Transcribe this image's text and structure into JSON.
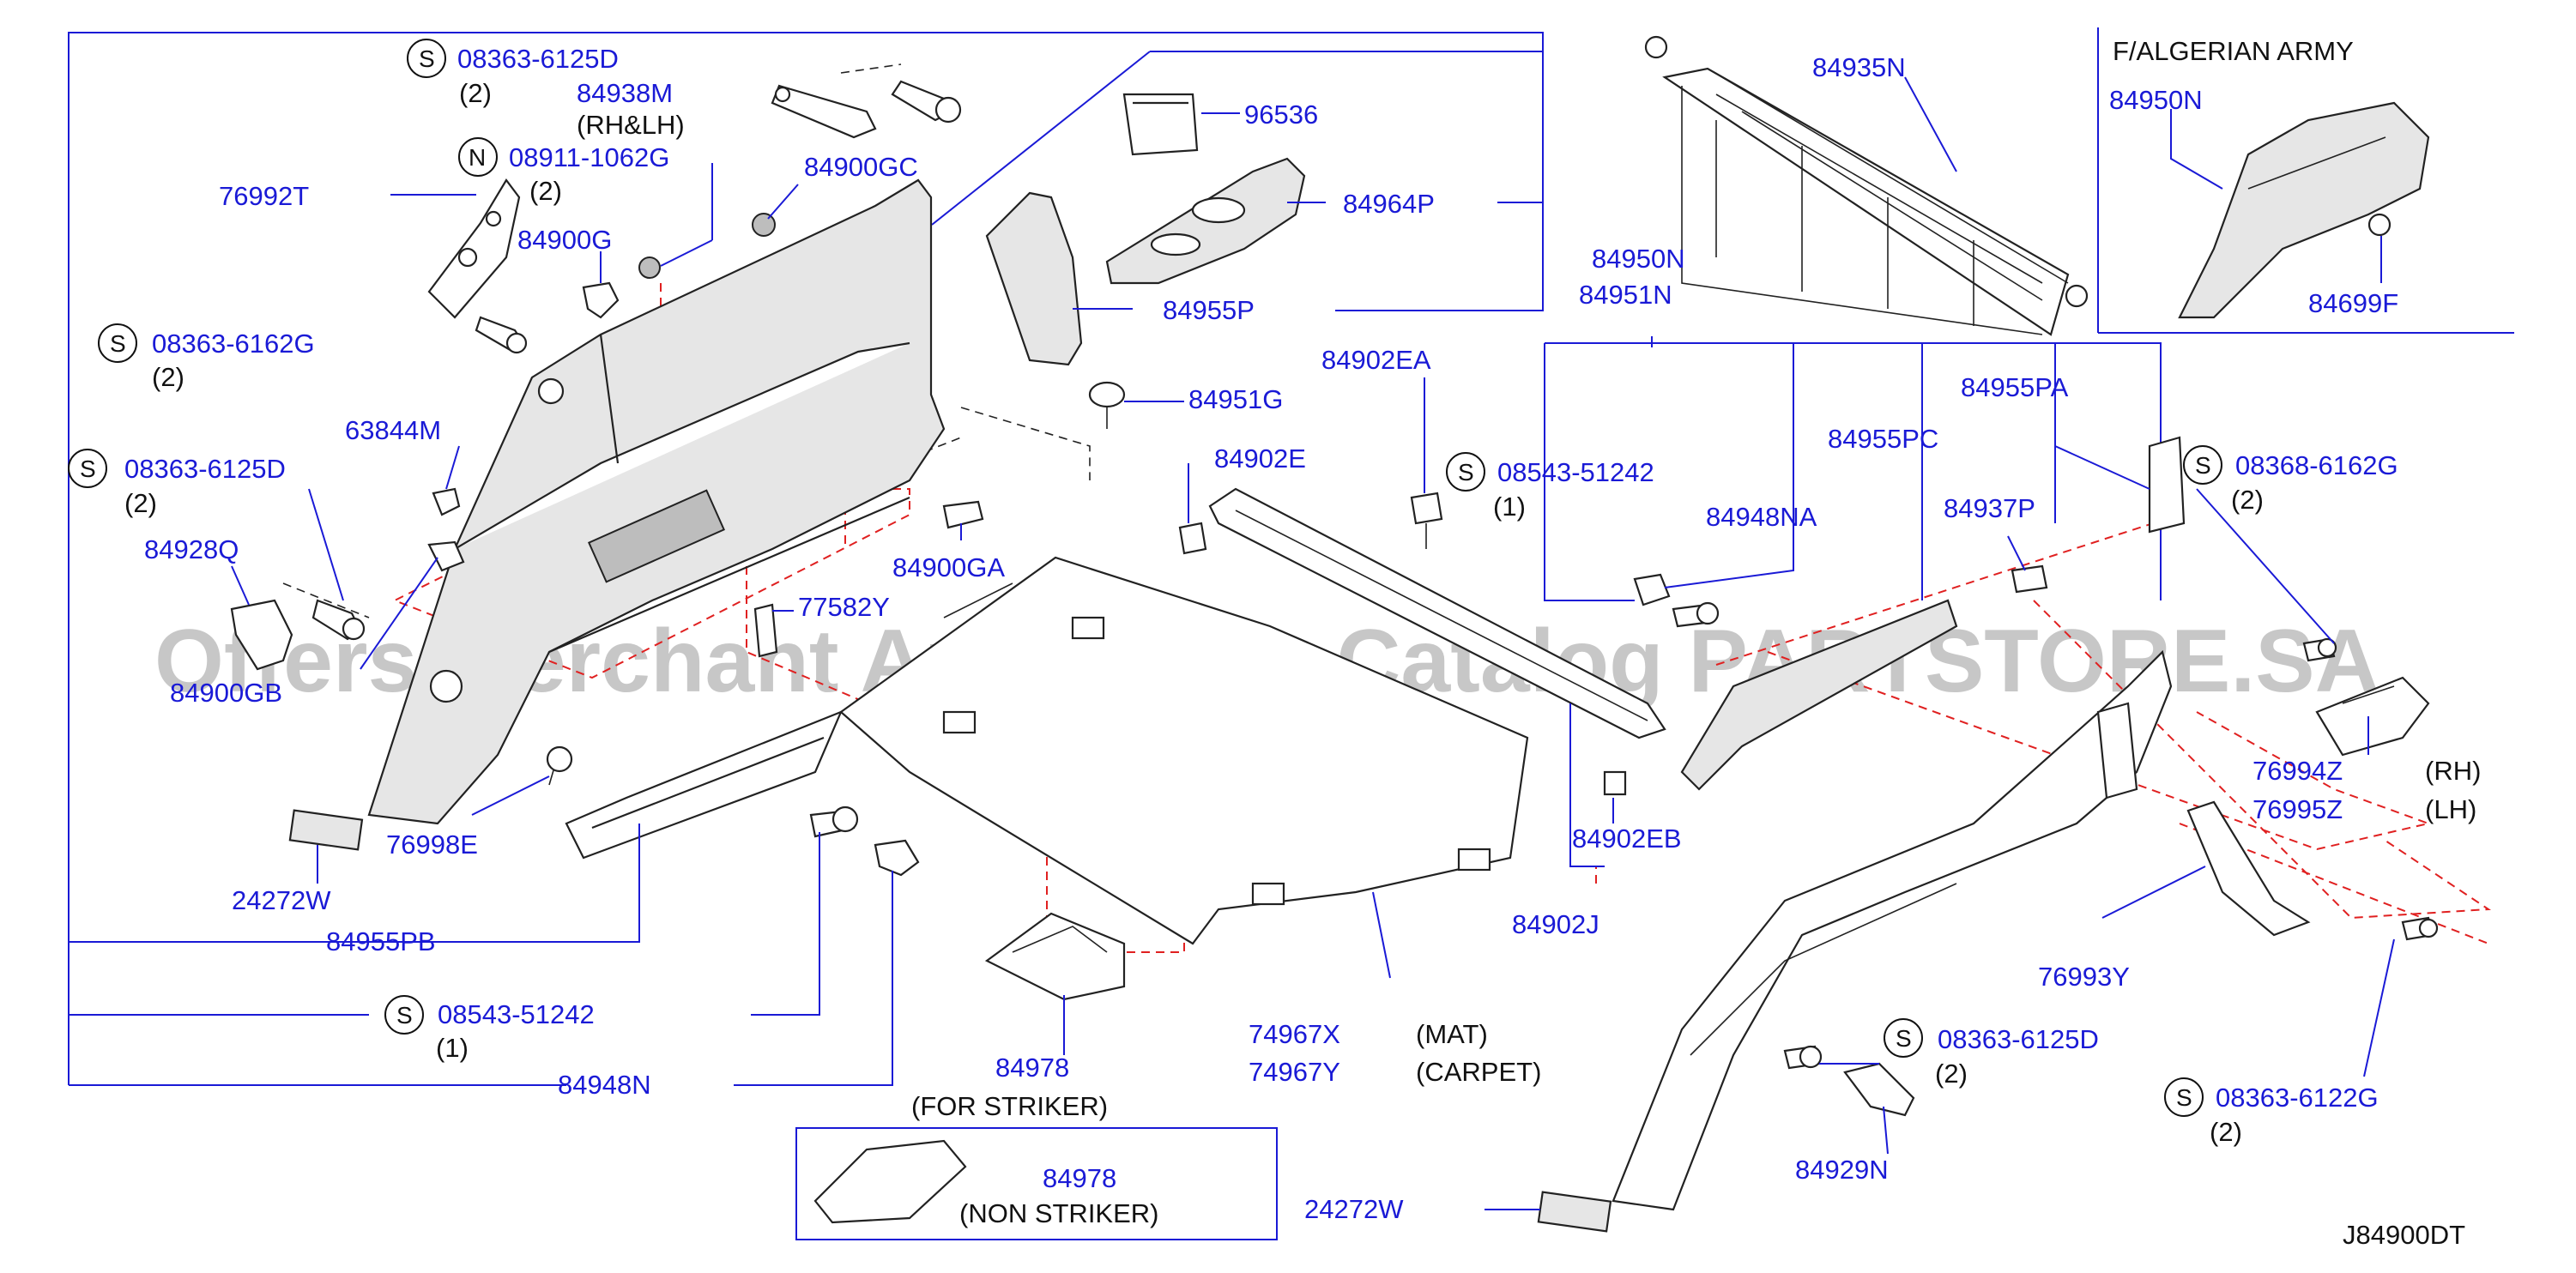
{
  "watermark": "Offers Merchant Auto Parts Catalog PARTSTORE.SA",
  "diagram_code": "J84900DT",
  "inset_title": "F/ALGERIAN ARMY",
  "symbols": {
    "s": "S",
    "n": "N"
  },
  "labels": {
    "l08363_6125D_top": "08363-6125D",
    "q2_a": "(2)",
    "l84938M": "84938M",
    "rh_lh": "(RH&LH)",
    "l08911_1062G": "08911-1062G",
    "q2_b": "(2)",
    "l76992T": "76992T",
    "l84900GC": "84900GC",
    "l84900G": "84900G",
    "l08363_6162G": "08363-6162G",
    "q2_c": "(2)",
    "l63844M": "63844M",
    "l08363_6125D_mid": "08363-6125D",
    "q2_d": "(2)",
    "l84928Q": "84928Q",
    "l84900GB": "84900GB",
    "l76998E": "76998E",
    "l24272W_left": "24272W",
    "l84955PB": "84955PB",
    "l08543_51242_left": "08543-51242",
    "q1_a": "(1)",
    "l84948N": "84948N",
    "l96536": "96536",
    "l84964P": "84964P",
    "l84955P": "84955P",
    "l84950N": "84950N",
    "l84951G": "84951G",
    "l84900GA": "84900GA",
    "l77582Y": "77582Y",
    "l84902E": "84902E",
    "l84902EA": "84902EA",
    "l84902EB": "84902EB",
    "l84902J": "84902J",
    "l74967X": "74967X",
    "l74967Y": "74967Y",
    "mat": "(MAT)",
    "carpet": "(CARPET)",
    "l84978_a": "84978",
    "for_striker": "(FOR STRIKER)",
    "l84978_b": "84978",
    "non_striker": "(NON STRIKER)",
    "l24272W_right": "24272W",
    "l84935N": "84935N",
    "l84951N": "84951N",
    "l08543_51242_right": "08543-51242",
    "q1_b": "(1)",
    "l84948NA": "84948NA",
    "l84955PC": "84955PC",
    "l84955PA": "84955PA",
    "l84937P": "84937P",
    "l08368_6162G": "08368-6162G",
    "q2_e": "(2)",
    "l76994Z": "76994Z",
    "rh": "(RH)",
    "l76995Z": "76995Z",
    "lh": "(LH)",
    "l76993Y": "76993Y",
    "l08363_6125D_right": "08363-6125D",
    "q2_f": "(2)",
    "l08363_6122G": "08363-6122G",
    "q2_g": "(2)",
    "l84929N": "84929N",
    "l84950N_inset": "84950N",
    "l84699F": "84699F"
  },
  "colors": {
    "part_number": "#1a1ad6",
    "text": "#111111",
    "leader": "#1a1ad6",
    "dashed_fit_line": "#e02020"
  }
}
